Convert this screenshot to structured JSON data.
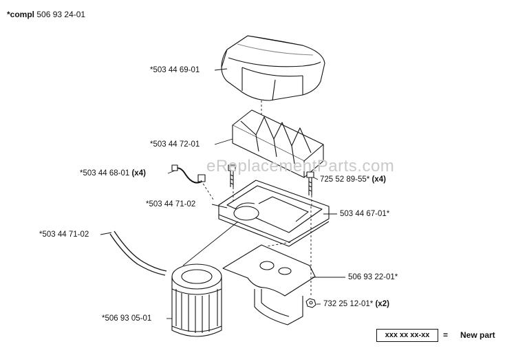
{
  "title": {
    "prefix": "*compl",
    "number": "506 93 24-01"
  },
  "watermark": "eReplacementParts.com",
  "parts": [
    {
      "id": "p1",
      "number": "*503 44 69-01",
      "qty": ""
    },
    {
      "id": "p2",
      "number": "*503 44 72-01",
      "qty": ""
    },
    {
      "id": "p3",
      "number": "*503 44 68-01",
      "qty": "(x4)"
    },
    {
      "id": "p4",
      "number": "725 52 89-55*",
      "qty": "(x4)"
    },
    {
      "id": "p5",
      "number": "*503 44 71-02",
      "qty": ""
    },
    {
      "id": "p6",
      "number": "503 44 67-01*",
      "qty": ""
    },
    {
      "id": "p7",
      "number": "*503 44 71-02",
      "qty": ""
    },
    {
      "id": "p8",
      "number": "506 93 22-01*",
      "qty": ""
    },
    {
      "id": "p9",
      "number": "732 25 12-01*",
      "qty": "(x2)"
    },
    {
      "id": "p10",
      "number": "*506 93 05-01",
      "qty": ""
    }
  ],
  "legend": {
    "box": "xxx xx xx-xx",
    "equals": "=",
    "text": "New part"
  }
}
